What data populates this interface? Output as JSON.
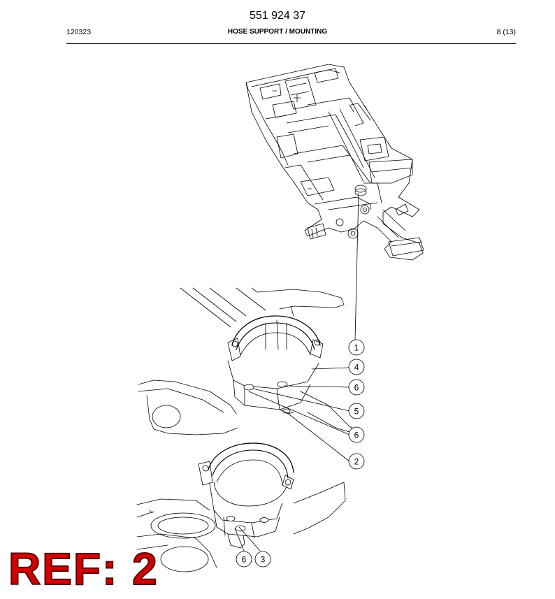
{
  "header": {
    "doc_number": "551 924 37",
    "code": "120323",
    "title": "HOSE SUPPORT / MOUNTING",
    "page": "8 (13)"
  },
  "callouts": [
    "1",
    "4",
    "6",
    "5",
    "6",
    "2",
    "6",
    "3"
  ],
  "stamp": "REF: 2"
}
